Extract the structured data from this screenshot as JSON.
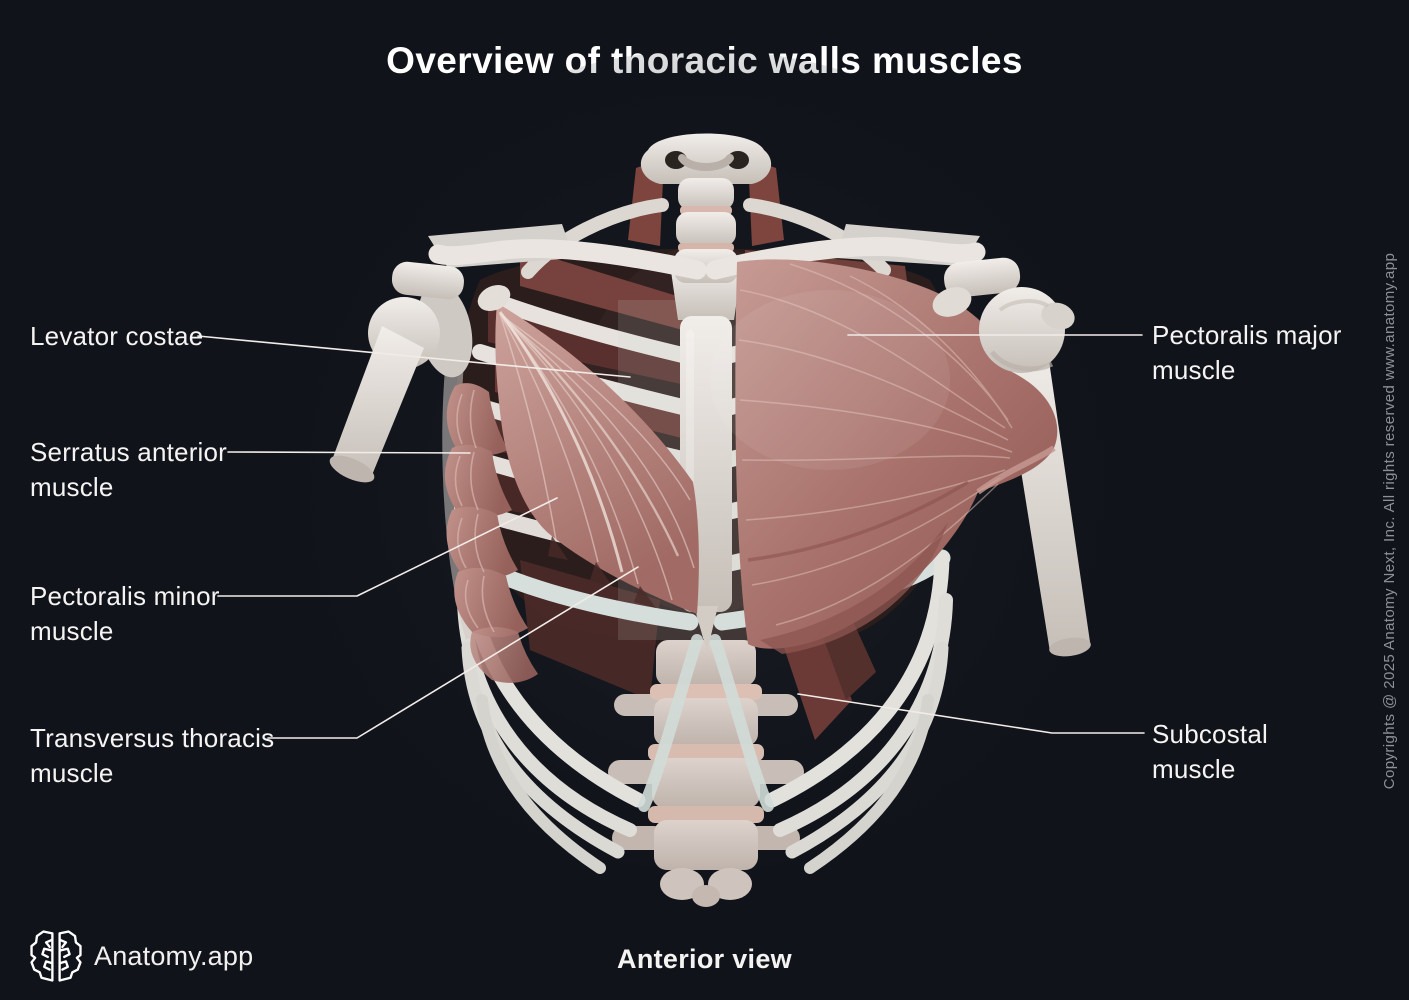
{
  "title": "Overview of thoracic walls muscles",
  "annotations": {
    "left": [
      {
        "id": "levator-costae",
        "line1": "Levator costae",
        "line2": ""
      },
      {
        "id": "serratus-anterior",
        "line1": "Serratus anterior",
        "line2": "muscle"
      },
      {
        "id": "pectoralis-minor",
        "line1": "Pectoralis minor",
        "line2": "muscle"
      },
      {
        "id": "transversus-thoracis",
        "line1": "Transversus thoracis",
        "line2": "muscle"
      }
    ],
    "right": [
      {
        "id": "pectoralis-major",
        "line1": "Pectoralis major",
        "line2": "muscle"
      },
      {
        "id": "subcostal",
        "line1": "Subcostal",
        "line2": "muscle"
      }
    ]
  },
  "footer": {
    "brand": "Anatomy.app",
    "view_label": "Anterior view",
    "logo_icon": "brain-icon"
  },
  "copyright": "Copyrights @ 2025 Anatomy Next, Inc. All rights reserved www.anatomy.app",
  "figure": {
    "subject": "Thoracic wall muscles on skeleton of thorax",
    "structures_shown": [
      "Levator costae",
      "Serratus anterior muscle",
      "Pectoralis minor muscle",
      "Transversus thoracis muscle",
      "Pectoralis major muscle",
      "Subcostal muscle"
    ]
  },
  "colors": {
    "background": "#10131a",
    "label_text": "#f5f4f2",
    "leader_line": "#f2ece9",
    "muted_text": "#8d9096",
    "bone": "#e7e2dd",
    "cartilage": "#dce4e1",
    "muscle": "#b07b76",
    "muscle_dark": "#6b3a36"
  }
}
